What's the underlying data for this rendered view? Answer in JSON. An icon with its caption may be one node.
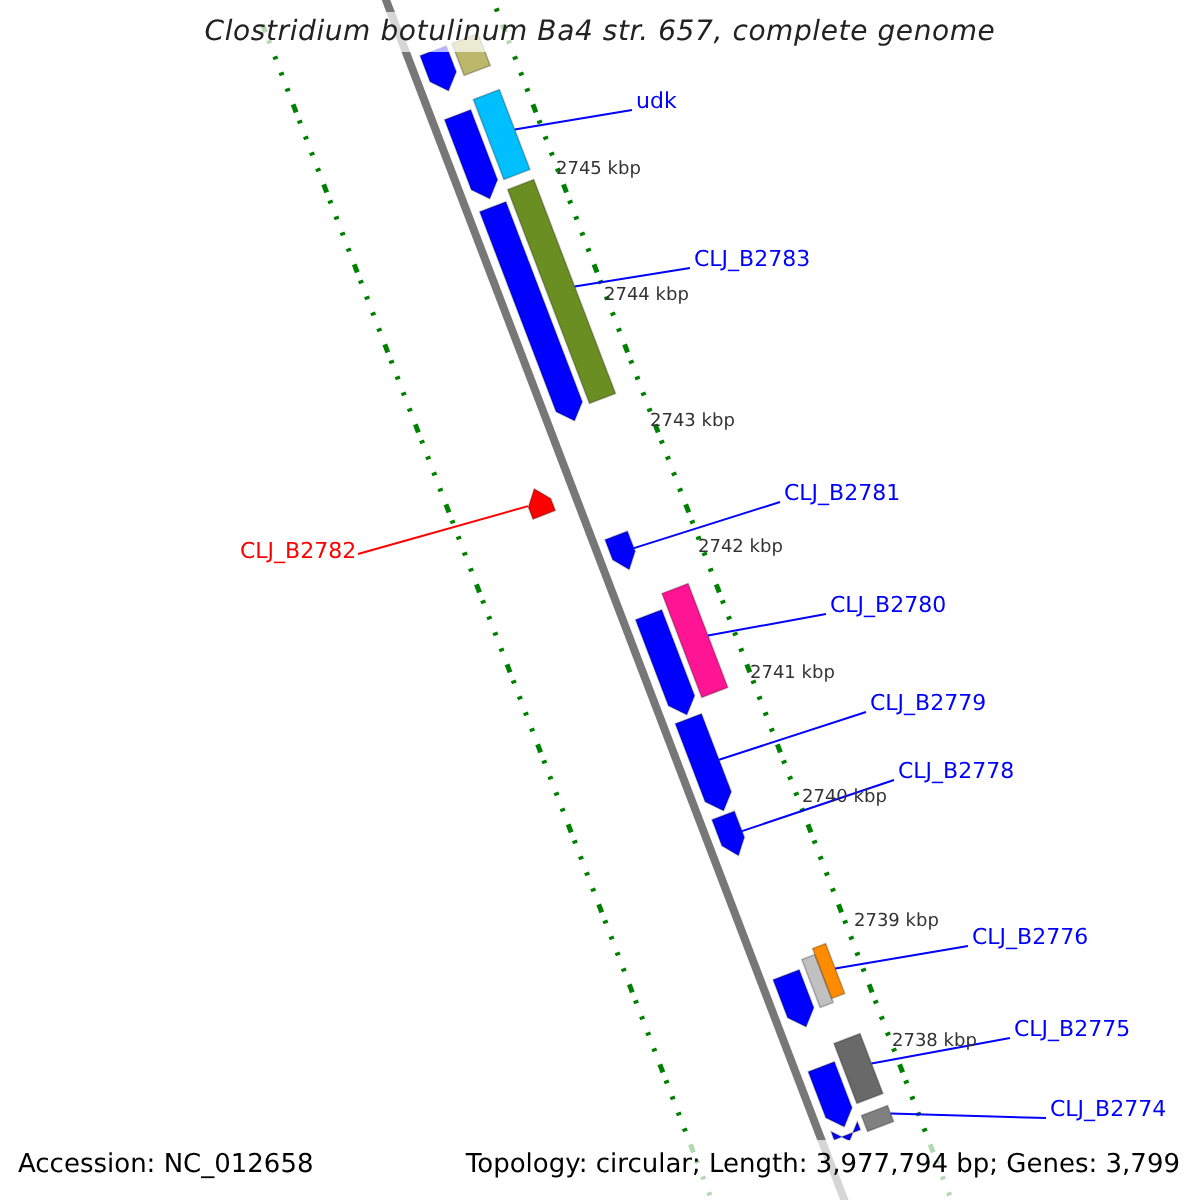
{
  "diagram": {
    "title": "Clostridium botulinum Ba4 str. 657, complete genome",
    "nodes": [
      {
        "text": [
          "udk"
        ]
      },
      {
        "text": [
          "CLJ_B2783"
        ]
      },
      {
        "text": [
          "CLJ_B2781"
        ]
      },
      {
        "text": [
          "CLJ_B2782"
        ]
      },
      {
        "text": [
          "CLJ_B2780"
        ]
      },
      {
        "text": [
          "CLJ_B2779"
        ]
      },
      {
        "text": [
          "CLJ_B2778"
        ]
      },
      {
        "text": [
          "CLJ_B2776"
        ]
      },
      {
        "text": [
          "CLJ_B2775"
        ]
      },
      {
        "text": [
          "CLJ_B2774"
        ]
      },
      {
        "text": [],
        "shape": "pentagon"
      },
      {
        "text": [],
        "shape": "bar"
      },
      {
        "text": [],
        "shape": "pentagon"
      },
      {
        "text": [],
        "shape": "bar"
      },
      {
        "text": [],
        "shape": "pentagon"
      },
      {
        "text": [],
        "shape": "bar"
      },
      {
        "text": [],
        "shape": "pentagon"
      },
      {
        "text": [],
        "shape": "pentagon"
      },
      {
        "text": [],
        "shape": "pentagon"
      },
      {
        "text": [],
        "shape": "bar"
      },
      {
        "text": [],
        "shape": "pentagon"
      },
      {
        "text": [],
        "shape": "pentagon"
      },
      {
        "text": [],
        "shape": "pentagon"
      },
      {
        "text": [],
        "shape": "bar"
      },
      {
        "text": [],
        "shape": "bar"
      },
      {
        "text": [],
        "shape": "pentagon"
      },
      {
        "text": [],
        "shape": "bar"
      },
      {
        "text": [],
        "shape": "pentagon"
      },
      {
        "text": [],
        "shape": "bar"
      }
    ],
    "edges": [
      {
        "from": 0,
        "to": 13,
        "arrow": "none"
      },
      {
        "from": 1,
        "to": 15,
        "arrow": "none"
      },
      {
        "from": 2,
        "to": 17,
        "arrow": "none"
      },
      {
        "from": 3,
        "to": 16,
        "arrow": "none",
        "color": "#ff0000"
      },
      {
        "from": 4,
        "to": 19,
        "arrow": "none"
      },
      {
        "from": 5,
        "to": 20,
        "arrow": "none"
      },
      {
        "from": 6,
        "to": 21,
        "arrow": "none"
      },
      {
        "from": 7,
        "to": 24,
        "arrow": "none"
      },
      {
        "from": 8,
        "to": 26,
        "arrow": "none"
      },
      {
        "from": 9,
        "to": 28,
        "arrow": "none"
      }
    ],
    "labels": [
      "2745 kbp",
      "2744 kbp",
      "2743 kbp",
      "2742 kbp",
      "2741 kbp",
      "2740 kbp",
      "2739 kbp",
      "2738 kbp",
      "Accession: NC_012658",
      "Topology: circular; Length: 3,977,794 bp; Genes: 3,799"
    ]
  }
}
